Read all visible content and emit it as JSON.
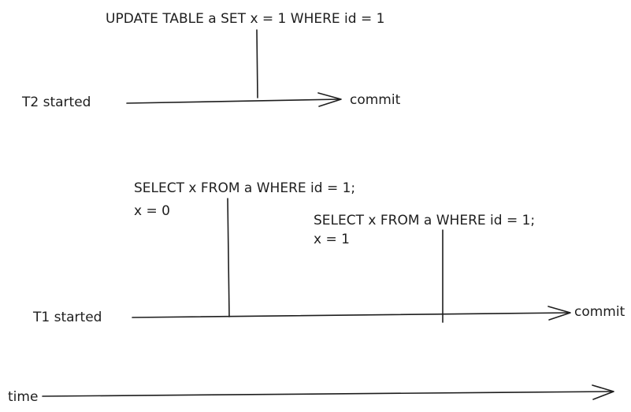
{
  "t2": {
    "label": "T2 started",
    "update_stmt": "UPDATE TABLE a SET x = 1 WHERE id = 1",
    "commit_label": "commit"
  },
  "t1": {
    "label": "T1 started",
    "select1_stmt": "SELECT x FROM a WHERE id = 1;",
    "select1_result": "x = 0",
    "select2_stmt": "SELECT x FROM a WHERE id = 1;",
    "select2_result": "x = 1",
    "commit_label": "commit"
  },
  "time_axis": {
    "label": "time"
  },
  "colors": {
    "ink": "#1e1e1e",
    "background": "#ffffff"
  }
}
